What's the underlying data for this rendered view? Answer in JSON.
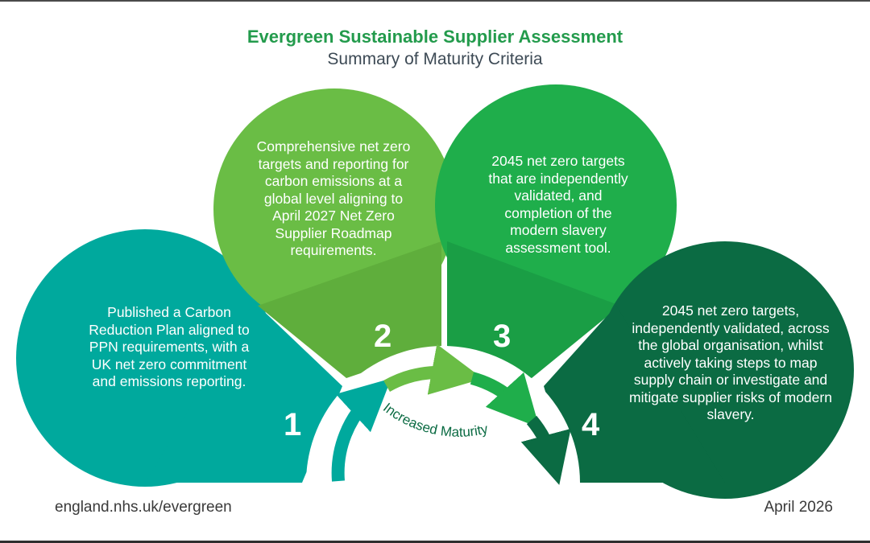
{
  "header": {
    "title": "Evergreen Sustainable Supplier Assessment",
    "subtitle": "Summary of Maturity Criteria"
  },
  "stages": [
    {
      "number": "1",
      "text": "Published a Carbon Reduction Plan aligned to PPN requirements, with a UK net zero commitment and emissions reporting.",
      "color": "#00a99d"
    },
    {
      "number": "2",
      "text": "Comprehensive net zero targets and reporting for carbon emissions at a global level aligning to April 2027 Net Zero Supplier Roadmap requirements.",
      "color": "#6abd45"
    },
    {
      "number": "3",
      "text": "2045 net zero targets that are independently validated, and completion of the modern slavery assessment tool.",
      "color": "#1fae4b"
    },
    {
      "number": "4",
      "text": "2045 net zero targets, independently validated, across the global organisation, whilst actively taking steps to map supply chain or investigate and mitigate supplier risks of modern slavery.",
      "color": "#0b6b43"
    }
  ],
  "arc_label": "Increased Maturity",
  "footer": {
    "url": "england.nhs.uk/evergreen",
    "date": "April 2026"
  }
}
